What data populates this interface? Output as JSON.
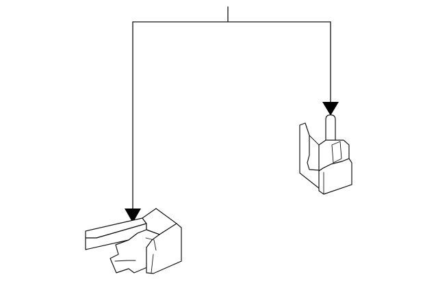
{
  "diagram": {
    "kind": "parts-callout",
    "callout_count": 2,
    "parts": [
      {
        "name": "bracket-clip",
        "shape": "upright clip with tab"
      },
      {
        "name": "mounting-block",
        "shape": "angled block with flange"
      }
    ],
    "colors": {
      "line": "#111111",
      "arrowhead": "#000000",
      "background": "#ffffff"
    }
  }
}
